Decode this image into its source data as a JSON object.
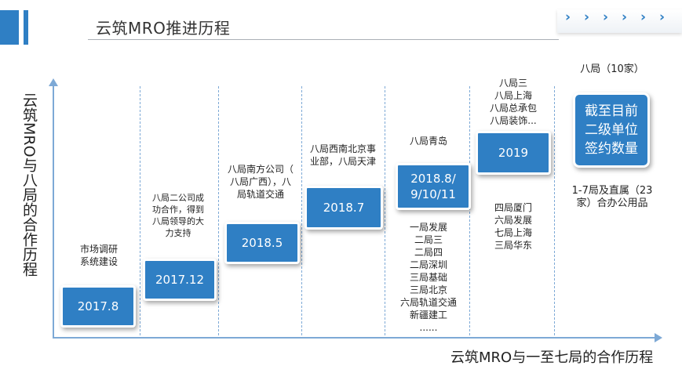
{
  "header": {
    "title": "云筑MRO推进历程",
    "chevrons": [
      "›",
      "›",
      "›",
      "›",
      "›",
      "›"
    ]
  },
  "axes": {
    "y_label": "云筑MRO与八局的合作历程",
    "x_label": "云筑MRO与一至七局的合作历程"
  },
  "milestones": [
    {
      "date": "2017.8",
      "above": "市场调研\n系统建设"
    },
    {
      "date": "2017.12",
      "above": "八局二公司成\n功合作，得到\n八局领导的大\n力支持"
    },
    {
      "date": "2018.5",
      "above": "八局南方公司（\n八局广西），八\n局轨道交通"
    },
    {
      "date": "2018.7",
      "above": "八局西南北京事\n业部，八局天津"
    },
    {
      "date": "2018.8/\n9/10/11",
      "above": "八局青岛",
      "below": "一局发展\n二局三\n二局四\n二局深圳\n三局基础\n三局北京\n六局轨道交通\n新疆建工\n......"
    },
    {
      "date": "2019",
      "above": "八局三\n八局上海\n八局总承包\n八局装饰...",
      "below": "四局厦门\n六局发展\n七局上海\n三局华东"
    }
  ],
  "summary": {
    "label": "截至目前\n二级单位\n签约数量",
    "top_text": "八局（10家）",
    "bottom_text": "1-7局及直属（23\n家）合办公用品"
  },
  "colors": {
    "accent": "#2f7fc4",
    "axis": "#7da9d6"
  }
}
